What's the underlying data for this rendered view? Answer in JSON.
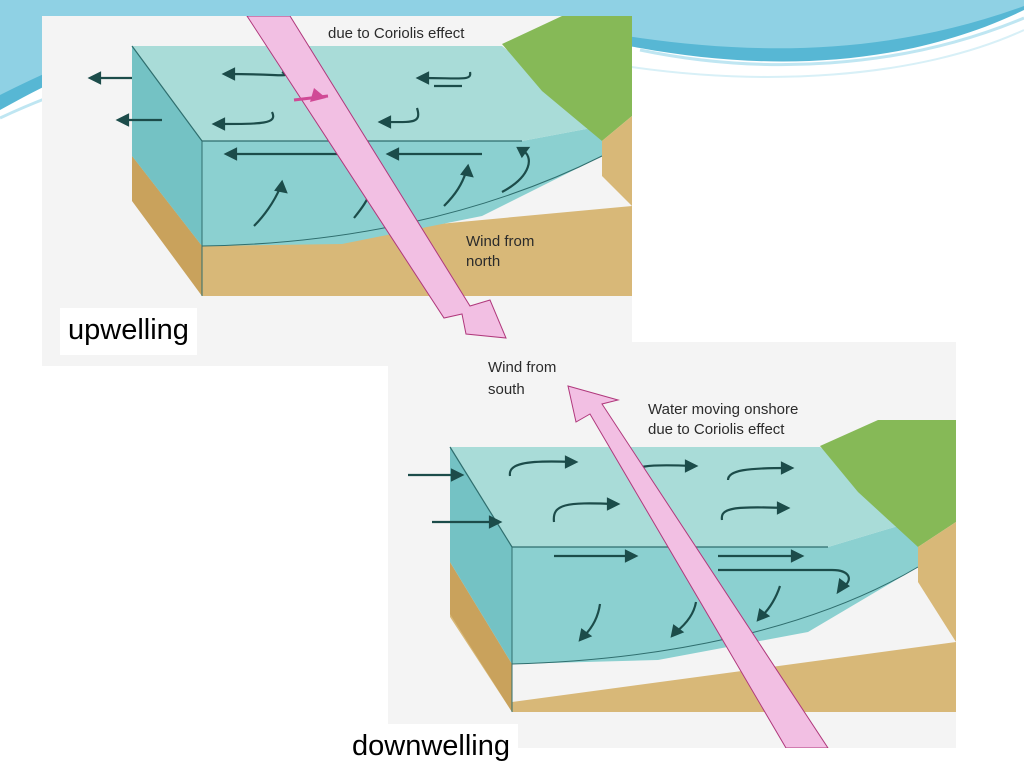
{
  "slide": {
    "theme_colors": {
      "wave_dark": "#57b7d4",
      "wave_light": "#bfe6f2"
    }
  },
  "upwelling_figure": {
    "caption": "upwelling",
    "current_label": "due to Coriolis effect",
    "wind_label_line1": "Wind from",
    "wind_label_line2": "north"
  },
  "downwelling_figure": {
    "caption": "downwelling",
    "wind_label_line1": "Wind from",
    "wind_label_line2": "south",
    "current_label_line1": "Water moving onshore",
    "current_label_line2": "due to Coriolis effect"
  },
  "colors": {
    "water_top": "#a9dcd8",
    "water_side": "#7fcccc",
    "sediment": "#d8b878",
    "sediment_dark": "#b58f46",
    "land_green": "#86b957",
    "wind_arrow": "#f2bfe3",
    "wind_arrow_edge": "#b0387c",
    "current_arrow": "#1c4c4a"
  }
}
